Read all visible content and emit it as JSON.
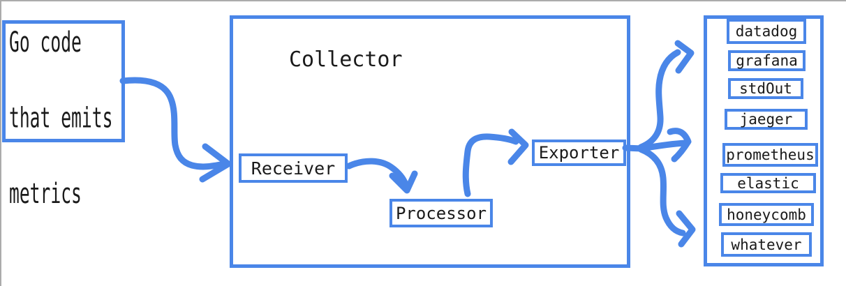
{
  "diagram": {
    "source": {
      "lines": [
        "Go code",
        "that emits",
        "metrics"
      ]
    },
    "collector": {
      "title": "Collector",
      "stages": [
        {
          "label": "Receiver"
        },
        {
          "label": "Processor"
        },
        {
          "label": "Exporter"
        }
      ]
    },
    "destinations": [
      "datadog",
      "grafana",
      "stdOut",
      "jaeger",
      "prometheus",
      "elastic",
      "honeycomb",
      "whatever"
    ],
    "colors": {
      "accent": "#4a86e8",
      "text": "#1a1a1a",
      "page_edge": "#ababab"
    }
  }
}
